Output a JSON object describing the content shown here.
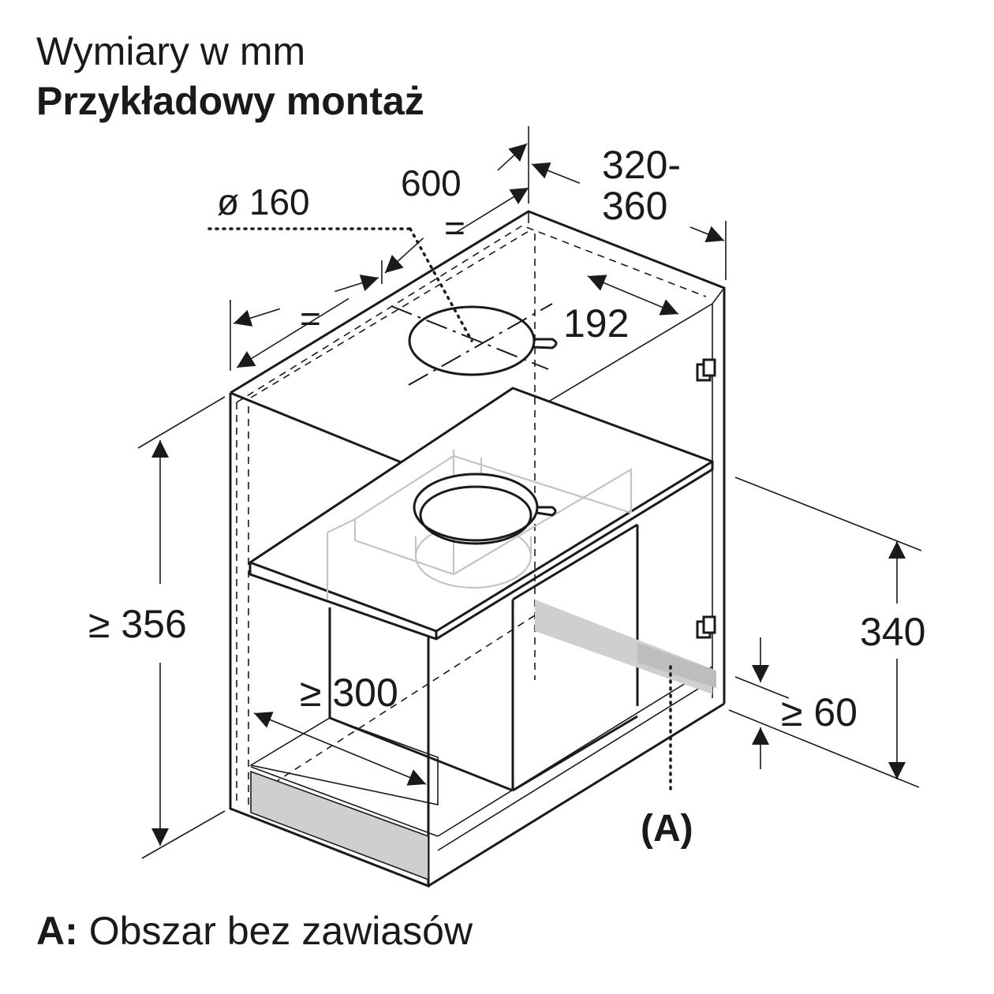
{
  "header": {
    "units_title": "Wymiary w mm",
    "example_title": "Przykładowy montaż"
  },
  "dimensions": {
    "duct_diameter": "ø 160",
    "width": "600",
    "equal_top": "=",
    "equal_left": "=",
    "depth_line1": "320-",
    "depth_line2": "360",
    "duct_offset": "192",
    "min_height": "≥ 356",
    "min_inner_width": "≥ 300",
    "height_340": "340",
    "min_gap": "≥ 60"
  },
  "callout": {
    "marker": "(A)"
  },
  "legend": {
    "key": "A:",
    "text": "Obszar bez zawiasów"
  },
  "colors": {
    "line": "#1a1a1a",
    "hidden_unit": "#c4c4c4",
    "hinge_free_area": "#cfcfcf"
  }
}
